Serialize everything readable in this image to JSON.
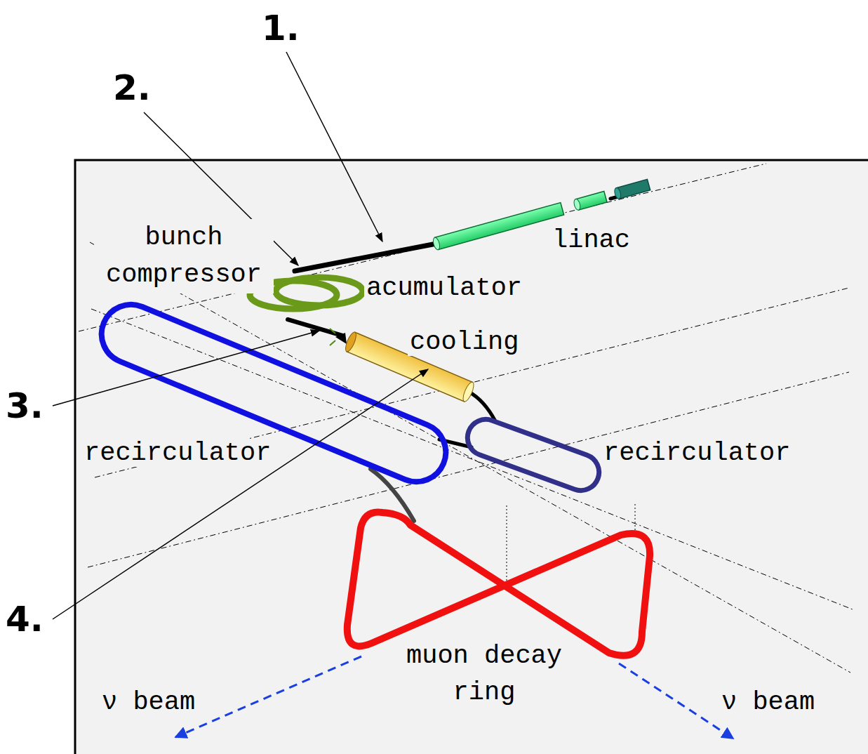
{
  "diagram": {
    "labels": [
      "1.",
      "2.",
      "3.",
      "4.",
      "bunch compressor",
      "linac",
      "acumulator",
      "cooling",
      "recirculator",
      "recirculator",
      "muon decay ring",
      "ν beam",
      "ν beam"
    ]
  }
}
